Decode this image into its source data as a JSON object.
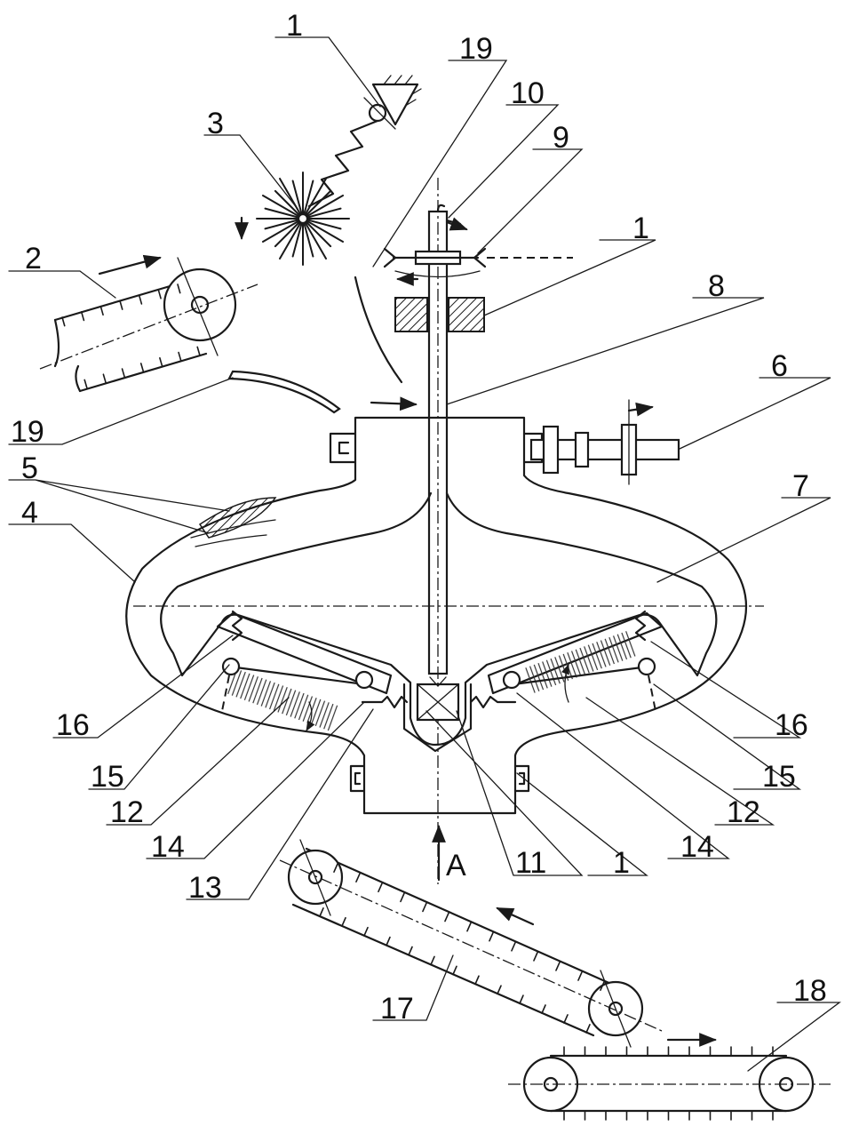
{
  "labels": {
    "l1_top": "1",
    "l19_top": "19",
    "l10": "10",
    "l9": "9",
    "l3": "3",
    "l1_mid": "1",
    "l2": "2",
    "l8": "8",
    "l6": "6",
    "l19_left": "19",
    "l5": "5",
    "l4": "4",
    "l7": "7",
    "l16_left": "16",
    "l15_left": "15",
    "l12_left": "12",
    "l14_left": "14",
    "l13": "13",
    "l16_right": "16",
    "l15_right": "15",
    "l12_right": "12",
    "l14_right": "14",
    "l11": "11",
    "l1_bottom": "1",
    "arrow_a": "A",
    "l17": "17",
    "l18": "18"
  }
}
